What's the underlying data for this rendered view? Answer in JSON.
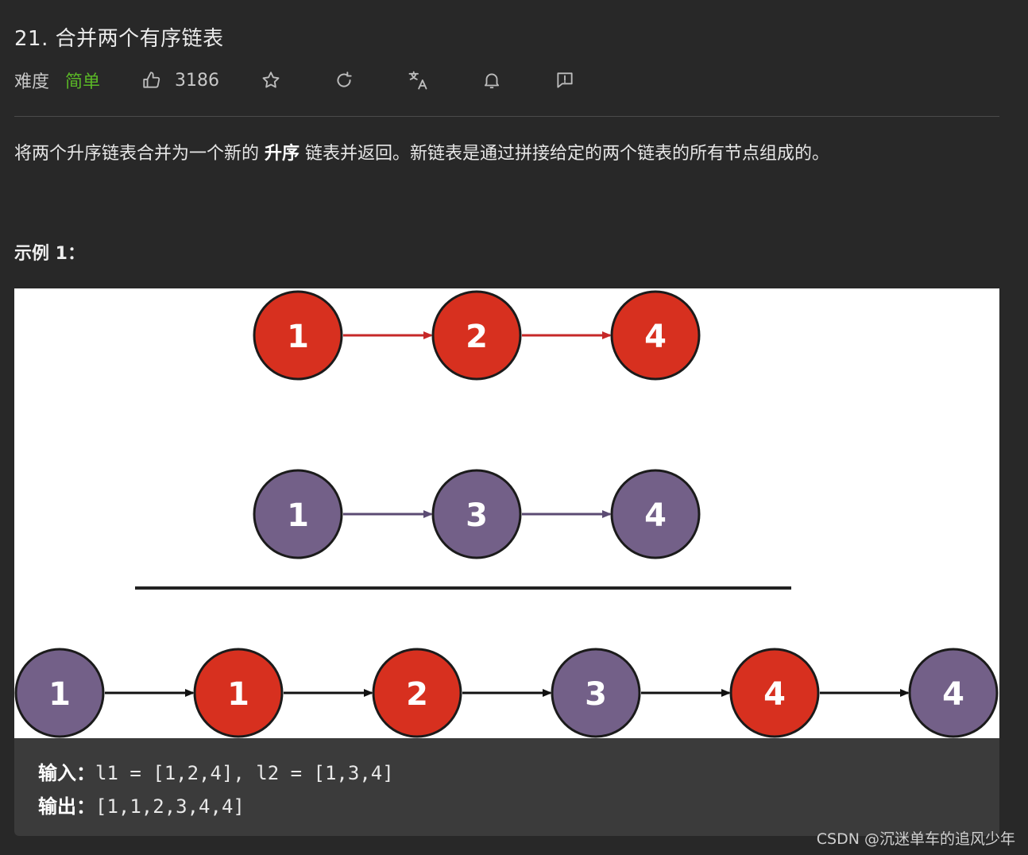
{
  "problem": {
    "title": "21. 合并两个有序链表",
    "difficulty_label": "难度",
    "difficulty_value": "简单",
    "likes": "3186"
  },
  "toolbar_icons": [
    "thumbs-up-icon",
    "star-icon",
    "refresh-icon",
    "translate-icon",
    "bell-icon",
    "feedback-icon"
  ],
  "description": {
    "before": "将两个升序链表合并为一个新的 ",
    "bold": "升序",
    "after": " 链表并返回。新链表是通过拼接给定的两个链表的所有节点组成的。"
  },
  "example": {
    "label": "示例 1：",
    "input_label": "输入：",
    "input_value": "l1 = [1,2,4], l2 = [1,3,4]",
    "output_label": "输出：",
    "output_value": "[1,1,2,3,4,4]"
  },
  "diagram": {
    "colors": {
      "red": "#d7301f",
      "purple": "#736088"
    },
    "list1": [
      {
        "v": "1",
        "c": "red"
      },
      {
        "v": "2",
        "c": "red"
      },
      {
        "v": "4",
        "c": "red"
      }
    ],
    "list2": [
      {
        "v": "1",
        "c": "purple"
      },
      {
        "v": "3",
        "c": "purple"
      },
      {
        "v": "4",
        "c": "purple"
      }
    ],
    "merged": [
      {
        "v": "1",
        "c": "purple"
      },
      {
        "v": "1",
        "c": "red"
      },
      {
        "v": "2",
        "c": "red"
      },
      {
        "v": "3",
        "c": "purple"
      },
      {
        "v": "4",
        "c": "red"
      },
      {
        "v": "4",
        "c": "purple"
      }
    ]
  },
  "watermark": "CSDN @沉迷单车的追风少年"
}
